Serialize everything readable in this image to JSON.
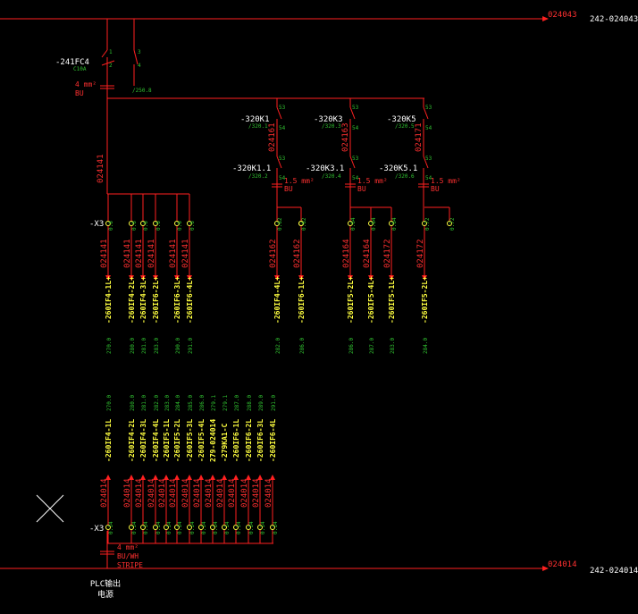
{
  "colors": {
    "wire": "#ff2020",
    "terminal": "#ffff40",
    "label_green": "#30c030",
    "label_white": "#ffffff",
    "background": "#000000"
  },
  "top_bus": {
    "wire": "024043",
    "target": "242-024043"
  },
  "bottom_bus": {
    "wire": "024014",
    "target": "242-024014"
  },
  "breaker": {
    "tag": "-241FC4",
    "rating": "C10A",
    "pin_top": "3",
    "pin_bottom": "4",
    "ref": "/250.8",
    "pin1": "1",
    "pin2": "2"
  },
  "feed_cable": {
    "size": "4 mm²",
    "color": "BU"
  },
  "main_wire": "024141",
  "relays": [
    {
      "tag": "-320K1",
      "ref": "/320.1",
      "wire": "024161",
      "sub_tag": "-320K1.1",
      "sub_ref": "/320.2",
      "pin_a": "53",
      "pin_b": "54"
    },
    {
      "tag": "-320K3",
      "ref": "/320.3",
      "wire": "024163",
      "sub_tag": "-320K3.1",
      "sub_ref": "/320.4",
      "pin_a": "53",
      "pin_b": "54"
    },
    {
      "tag": "-320K5",
      "ref": "/320.5",
      "wire": "024171",
      "sub_tag": "-320K5.1",
      "sub_ref": "/320.6",
      "pin_a": "53",
      "pin_b": "54"
    }
  ],
  "relay_cable": {
    "size": "1.5 mm²",
    "color": "BU"
  },
  "terminal_strip": "-X3",
  "upper_terminals": [
    {
      "num": "0.6",
      "wire": "024141",
      "dest": "-260IF4-1L+",
      "ref": "270.0"
    },
    {
      "num": "0.6",
      "wire": "024141",
      "dest": "-260IF4-2L+",
      "ref": "280.0"
    },
    {
      "num": "0.6",
      "wire": "024141",
      "dest": "-260IF4-3L+",
      "ref": "281.0"
    },
    {
      "num": "0.6",
      "wire": "024141",
      "dest": "-260IF6-2L+",
      "ref": "283.0"
    },
    {
      "num": "0.6",
      "wire": "024141",
      "dest": "-260IF6-3L+",
      "ref": "290.0"
    },
    {
      "num": "0.6",
      "wire": "024141",
      "dest": "-260IF6-4L+",
      "ref": "291.0"
    },
    {
      "num": "0.62",
      "wire": "024162",
      "dest": "-260IF4-4L+",
      "ref": "282.0"
    },
    {
      "num": "0.62",
      "wire": "024162",
      "dest": "-260IF6-1L+",
      "ref": "286.0"
    },
    {
      "num": "0.64",
      "wire": "024164",
      "dest": "-260IF5-2L+",
      "ref": "286.0"
    },
    {
      "num": "0.64",
      "wire": "024164",
      "dest": "-260IF5-4L+",
      "ref": "287.0"
    },
    {
      "num": "0.64",
      "wire": "024172",
      "dest": "-260IF5-1L+",
      "ref": "283.0"
    },
    {
      "num": "0.72",
      "wire": "024172",
      "dest": "-260IF5-2L+",
      "ref": "284.0"
    }
  ],
  "lower_terminals": [
    {
      "num": "0.14",
      "wire": "024014",
      "dest": "-260IF4-1L",
      "ref": "270.0"
    },
    {
      "num": "0.14",
      "wire": "024014",
      "dest": "-260IF4-2L",
      "ref": "280.0"
    },
    {
      "num": "0.14",
      "wire": "024014",
      "dest": "-260IF4-3L",
      "ref": "281.0"
    },
    {
      "num": "0.14",
      "wire": "024014",
      "dest": "-260IF4-4L",
      "ref": "282.0"
    },
    {
      "num": "0.14",
      "wire": "024014",
      "dest": "-260IF5-1L",
      "ref": "283.0"
    },
    {
      "num": "0.14",
      "wire": "024014",
      "dest": "-260IF5-2L",
      "ref": "284.0"
    },
    {
      "num": "0.14",
      "wire": "024014",
      "dest": "-260IF5-3L",
      "ref": "285.0"
    },
    {
      "num": "0.14",
      "wire": "024014",
      "dest": "-260IF5-4L",
      "ref": "286.0"
    },
    {
      "num": "0.14",
      "wire": "024014",
      "dest": "279-024014",
      "ref": "279.1"
    },
    {
      "num": "0.14",
      "wire": "024014",
      "dest": "-279KA1-C",
      "ref": "279.1"
    },
    {
      "num": "0.14",
      "wire": "024014",
      "dest": "-260IF6-1L",
      "ref": "287.0"
    },
    {
      "num": "0.14",
      "wire": "024014",
      "dest": "-260IF6-2L",
      "ref": "288.0"
    },
    {
      "num": "0.14",
      "wire": "024014",
      "dest": "-260IF6-3L",
      "ref": "289.0"
    },
    {
      "num": "0.14",
      "wire": "024014",
      "dest": "-260IF6-4L",
      "ref": "291.0"
    }
  ],
  "strip_cable": {
    "size": "4 mm²",
    "color": "BU/WH",
    "note": "STRIPE"
  },
  "caption": {
    "line1": "PLC输出",
    "line2": "电源"
  }
}
